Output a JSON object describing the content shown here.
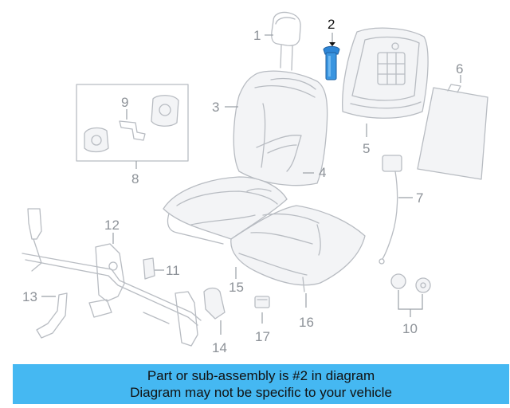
{
  "callouts": {
    "c1": "1",
    "c2": "2",
    "c3": "3",
    "c4": "4",
    "c5": "5",
    "c6": "6",
    "c7": "7",
    "c8": "8",
    "c9": "9",
    "c10": "10",
    "c11": "11",
    "c12": "12",
    "c13": "13",
    "c14": "14",
    "c15": "15",
    "c16": "16",
    "c17": "17"
  },
  "highlighted_part": "2",
  "colors": {
    "banner": "#45b8f2",
    "highlight_part": "#2e86d6",
    "line_art": "#b8bcc2",
    "callout_text": "#8d9298"
  },
  "banner": {
    "line1": "Part or sub-assembly is #2 in diagram",
    "line2": "Diagram may not be specific to your vehicle"
  }
}
